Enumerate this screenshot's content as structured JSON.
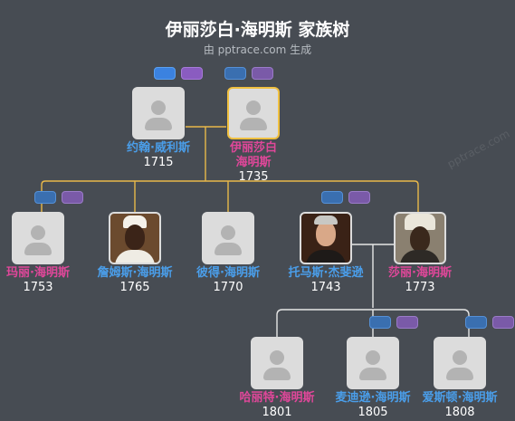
{
  "title": "伊丽莎白·海明斯 家族树",
  "subtitle": "由 pptrace.com 生成",
  "watermark": "pptrace.com",
  "colors": {
    "male": "#4a9eea",
    "female": "#e0479a",
    "line_gold": "#e8b84a",
    "line_white": "#e6e6e6",
    "background": "#474c53"
  },
  "people": {
    "john": {
      "name": "约翰·威利斯",
      "year": "1715",
      "gender": "male"
    },
    "elizabeth": {
      "name": "伊丽莎白\n海明斯",
      "name_line1": "伊丽莎白",
      "name_line2": "海明斯",
      "year": "1735",
      "gender": "female"
    },
    "mary": {
      "name": "玛丽·海明斯",
      "year": "1753",
      "gender": "female"
    },
    "james": {
      "name": "詹姆斯·海明斯",
      "year": "1765",
      "gender": "male"
    },
    "peter": {
      "name": "彼得·海明斯",
      "year": "1770",
      "gender": "male"
    },
    "thomas": {
      "name": "托马斯·杰斐逊",
      "year": "1743",
      "gender": "male"
    },
    "sally": {
      "name": "莎丽·海明斯",
      "year": "1773",
      "gender": "female"
    },
    "harriet": {
      "name": "哈丽特·海明斯",
      "year": "1801",
      "gender": "female"
    },
    "madison": {
      "name": "麦迪逊·海明斯",
      "year": "1805",
      "gender": "male"
    },
    "eston": {
      "name": "爱斯顿·海明斯",
      "year": "1808",
      "gender": "male"
    }
  }
}
